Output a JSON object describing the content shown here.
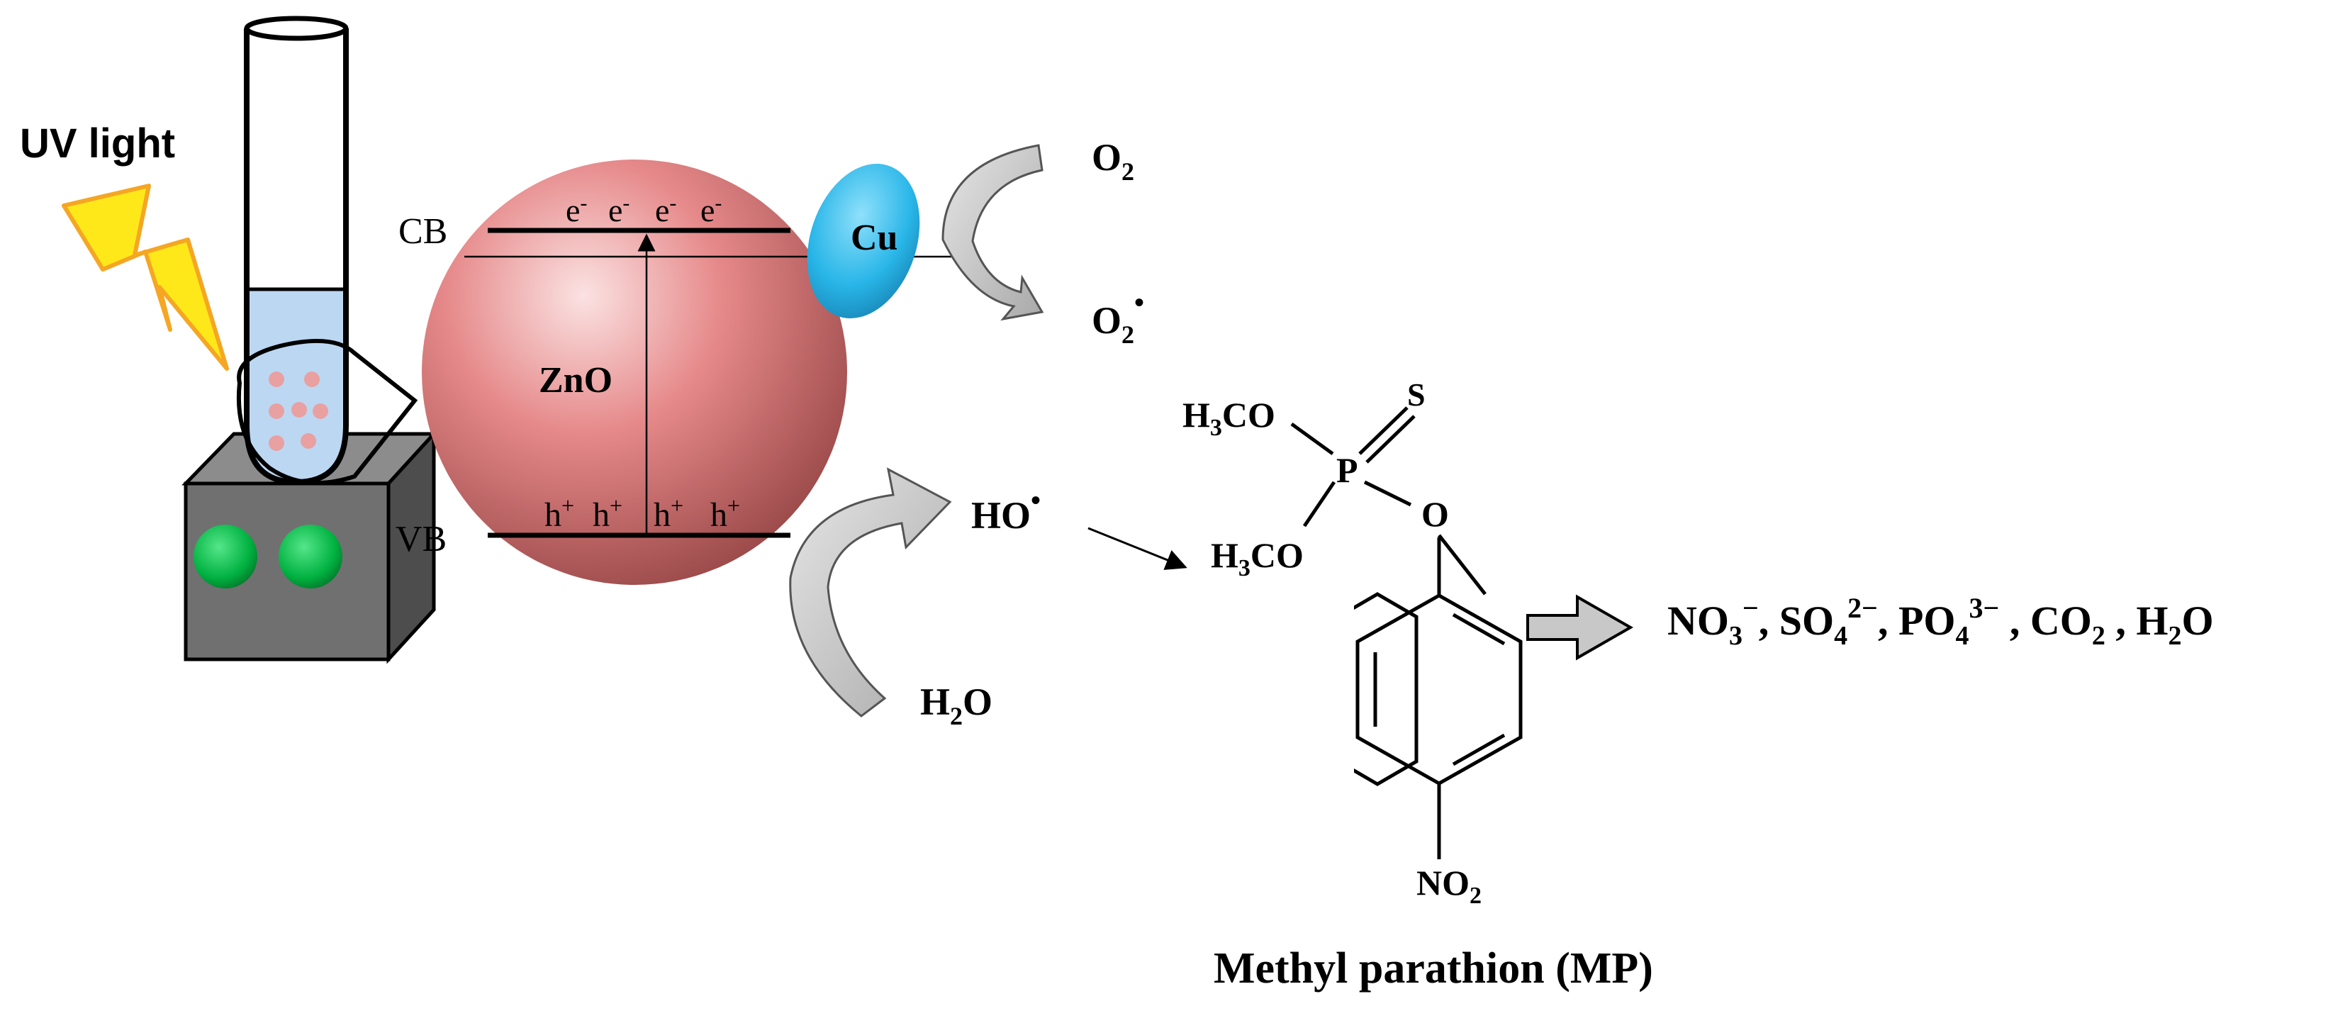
{
  "labels": {
    "uv_light": "UV light",
    "cb": "CB",
    "vb": "VB",
    "zno": "ZnO",
    "cu": "Cu",
    "electron": "e",
    "electron_charge": "-",
    "hole": "h",
    "hole_charge": "+",
    "o2": {
      "base": "O",
      "sub": "2"
    },
    "o2_radical": {
      "base": "O",
      "sub": "2",
      "sup": "•"
    },
    "ho_radical": {
      "base": "HO",
      "sup": "•"
    },
    "h2o": {
      "h": "H",
      "sub": "2",
      "o": "O"
    }
  },
  "molecule": {
    "name": "Methyl parathion (MP)",
    "methoxy_top": {
      "a": "H",
      "sub": "3",
      "b": "CO"
    },
    "methoxy_bottom": {
      "a": "H",
      "sub": "3",
      "b": "CO"
    },
    "p": "P",
    "s": "S",
    "o": "O",
    "nitro": {
      "a": "NO",
      "sub": "2"
    }
  },
  "products": {
    "no3": {
      "base": "NO",
      "sub": "3",
      "sup": "−"
    },
    "so4": {
      "base": "SO",
      "sub": "4",
      "sup": "2−"
    },
    "po4": {
      "base": "PO",
      "sub": "4",
      "sup": "3−"
    },
    "co2": {
      "base": "CO",
      "sub": "2"
    },
    "h2o": {
      "h": "H",
      "sub": "2",
      "o": "O"
    },
    "sep": ",",
    "sep2": " ,"
  },
  "colors": {
    "sphere": "#e6898a",
    "sphere_highlight": "#fbe2e2",
    "sphere_shadow": "#9c4a4a",
    "cu": "#29b6e8",
    "cu_highlight": "#8fe0fb",
    "bolt": "#ffe81a",
    "bolt_edge": "#f5a623",
    "box": "#707070",
    "box_top": "#8c8c8c",
    "box_side": "#4d4d4d",
    "knob": "#00b140",
    "tube_liquid": "#bcd7f2",
    "dot": "#e9a0a0",
    "arrow_fill": "#c8c8c8"
  },
  "icons": {
    "bolt": "lightning-bolt-icon",
    "stirrer": "magnetic-stirrer-icon",
    "tube": "test-tube-icon"
  }
}
